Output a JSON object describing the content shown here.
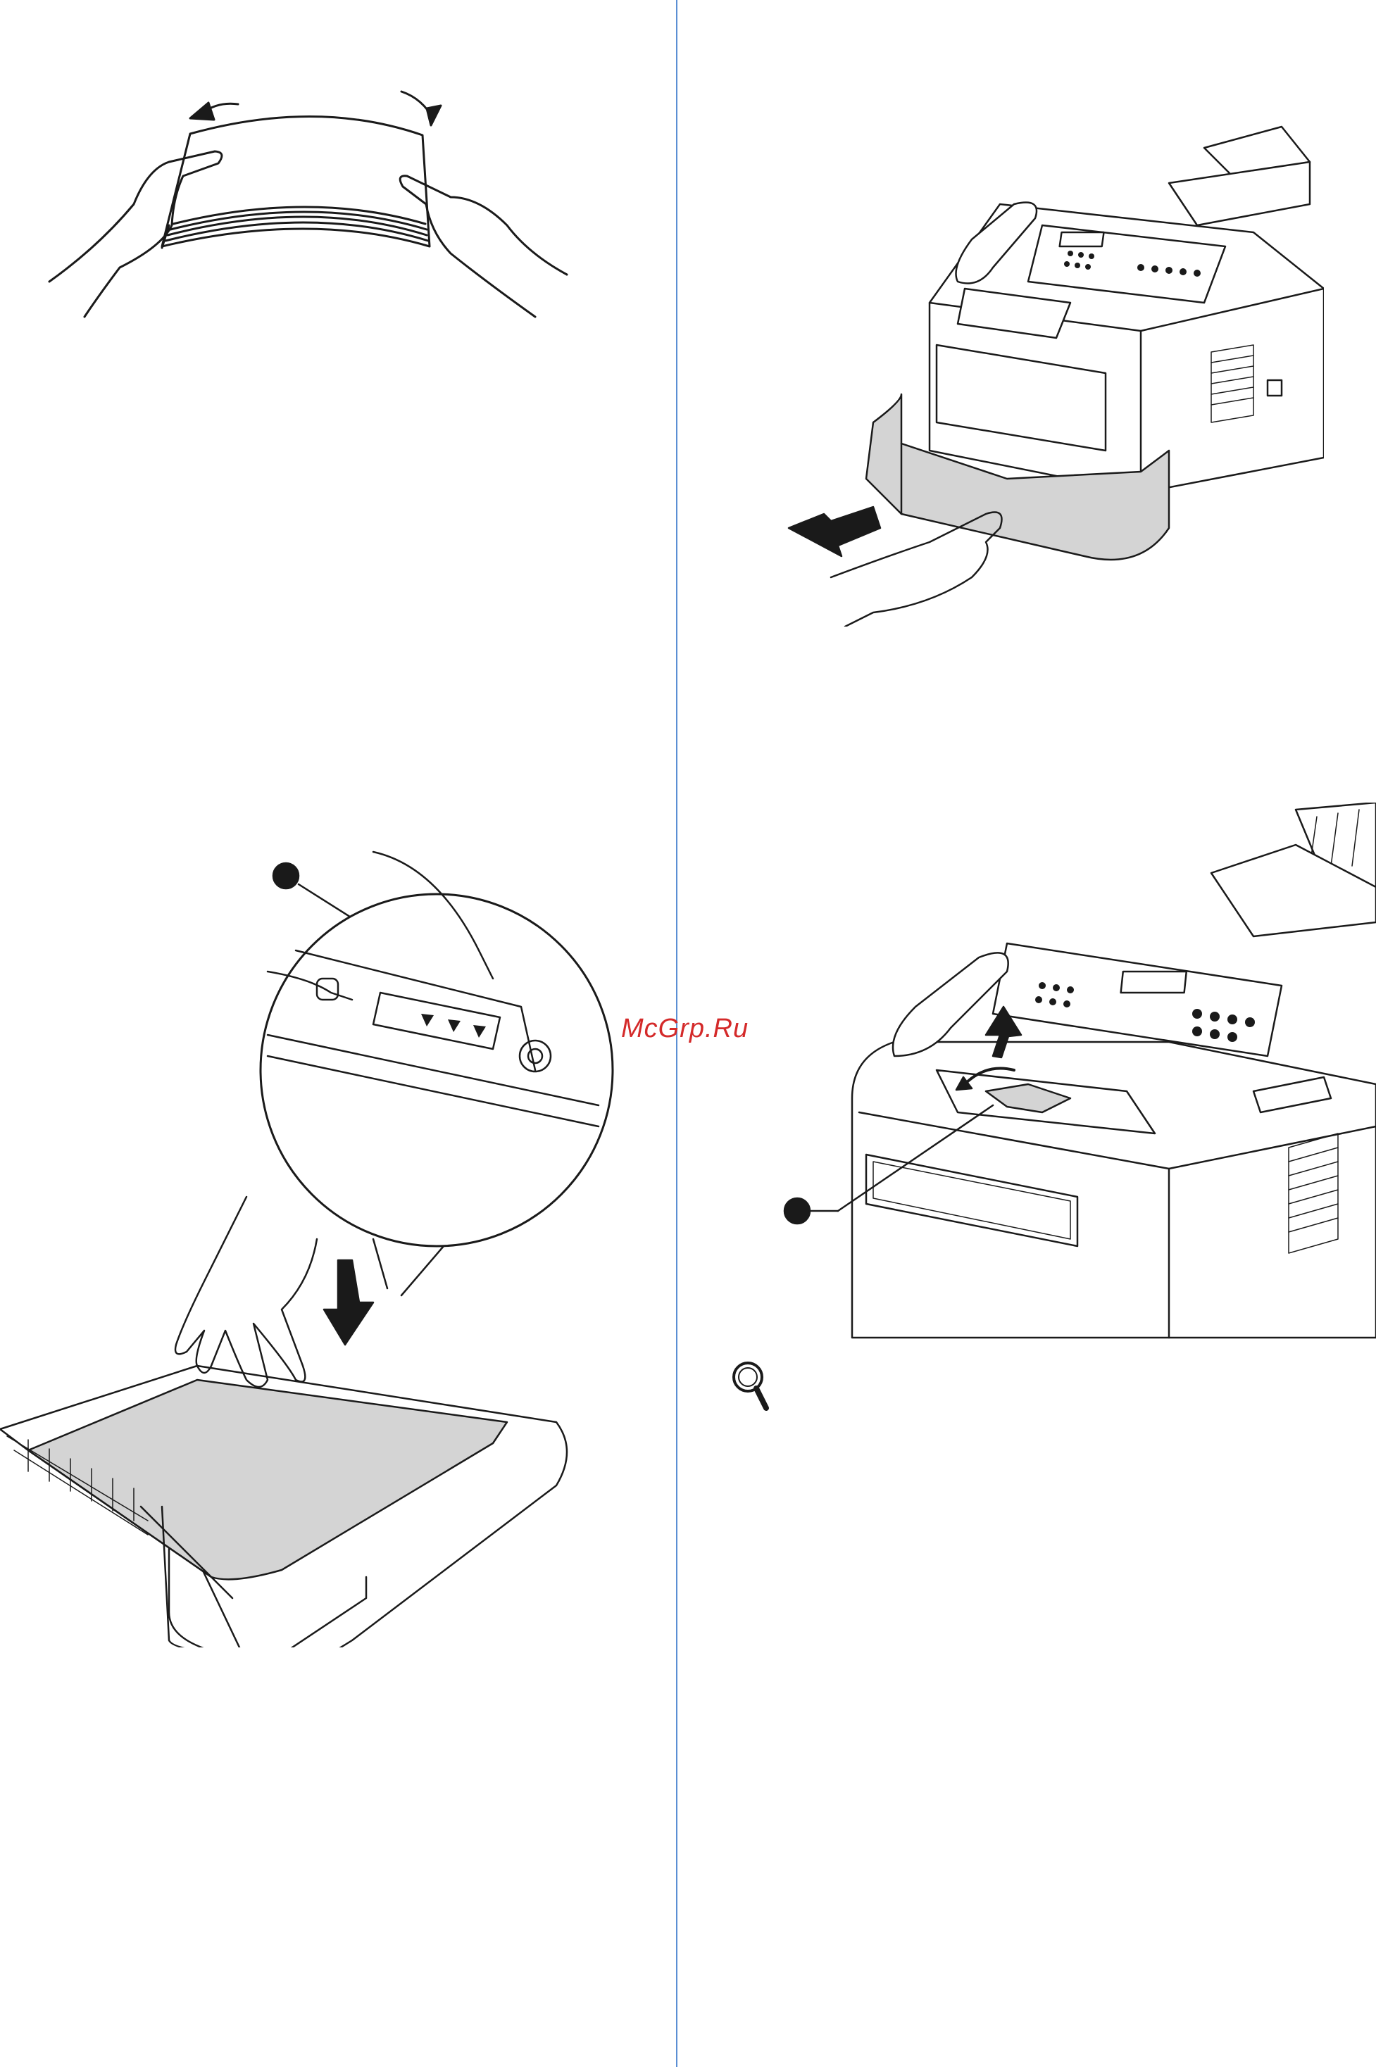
{
  "watermark": {
    "text": "McGrp.Ru"
  },
  "figures": {
    "fan_paper": "fan-the-paper-stack",
    "insert_tray": "push-tray-into-machine",
    "load_paper": "load-paper-into-tray",
    "support_flap": "unfold-support-flap"
  },
  "icons": {
    "callout_marker": "callout-dot-icon",
    "hint": "magnifier-icon"
  },
  "colors": {
    "divider": "#5b8fd4",
    "watermark": "#d42a2a",
    "line": "#1a1a1a",
    "tray_fill": "#d4d4d4"
  }
}
